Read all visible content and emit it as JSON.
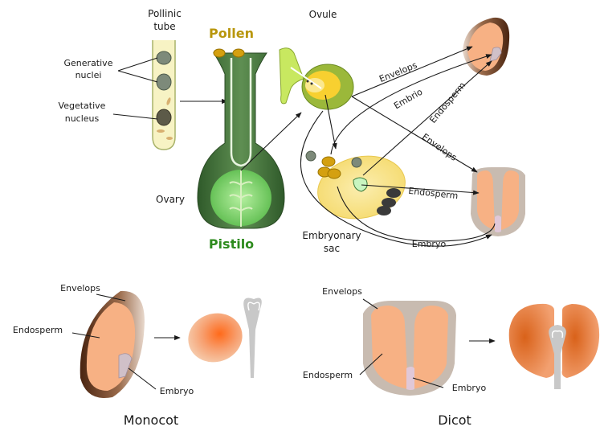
{
  "labels": {
    "pollinic_tube_1": "Pollinic",
    "pollinic_tube_2": "tube",
    "generative_1": "Generative",
    "generative_2": "nuclei",
    "vegetative_1": "Vegetative",
    "vegetative_2": "nucleus",
    "pollen": "Pollen",
    "ovary": "Ovary",
    "pistilo": "Pistilo",
    "ovule": "Ovule",
    "envelops_top": "Envelops",
    "embrio": "Embrio",
    "endosperm_top": "Endosperm",
    "envelops_mid": "Envelops",
    "endosperm_mid": "Endosperm",
    "embryonary_1": "Embryonary",
    "embryonary_2": "sac",
    "embryo_mid": "Embryo",
    "mono_envelops": "Envelops",
    "mono_endosperm": "Endosperm",
    "mono_embryo": "Embryo",
    "monocot": "Monocot",
    "dicot_envelops": "Envelops",
    "dicot_endosperm": "Endosperm",
    "dicot_embryo": "Embryo",
    "dicot": "Dicot"
  },
  "colors": {
    "pollen_text": "#b8960c",
    "pistilo_text": "#2e8b1e",
    "pistil_dark": "#3d6b35",
    "ovary_light": "#7fd36a",
    "ovule_green": "#9bb83a",
    "endosperm_peach": "#f7b184",
    "envelop_brown": "#6b3a1e",
    "sac_yellow": "#f8e48a",
    "embryo_grey": "#c8c8c8",
    "cotyledon_orange": "#e06a1e"
  }
}
